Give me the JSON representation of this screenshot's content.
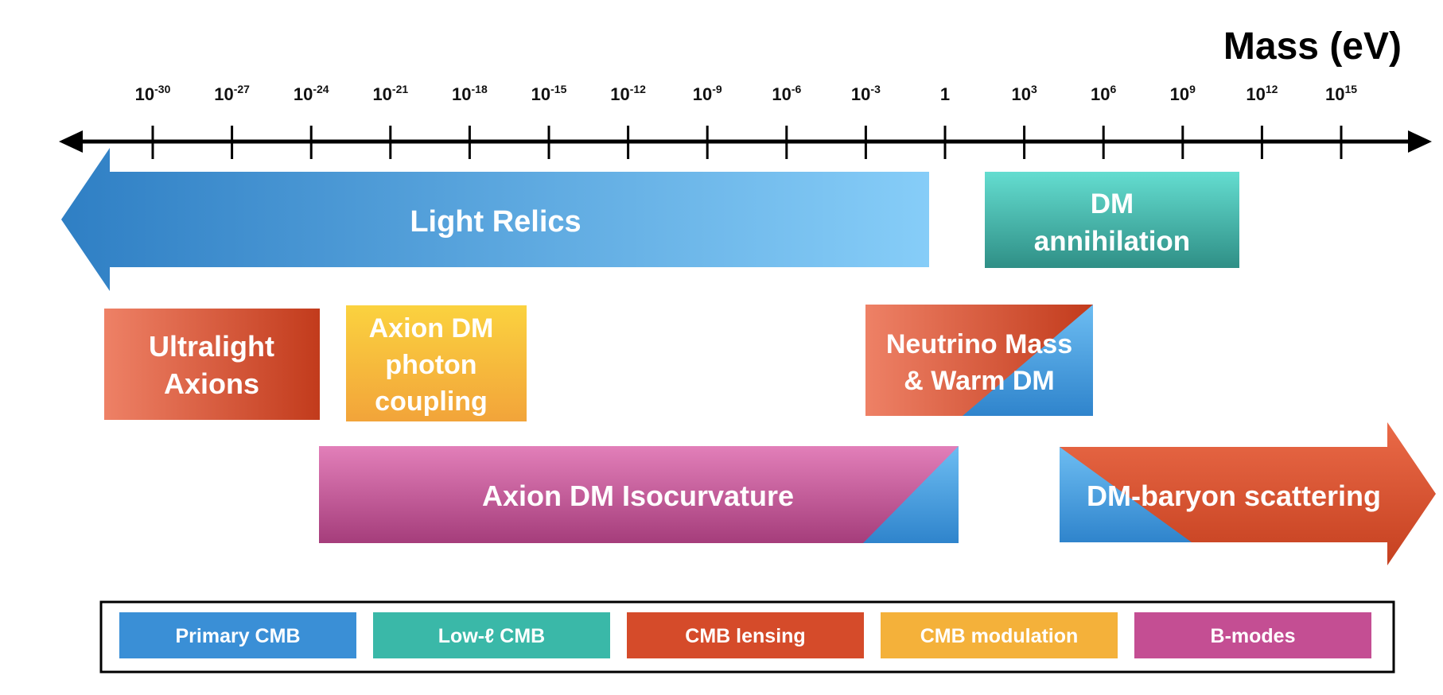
{
  "axis": {
    "title": "Mass (eV)",
    "ticks": [
      {
        "base": "10",
        "exp": "-30"
      },
      {
        "base": "10",
        "exp": "-27"
      },
      {
        "base": "10",
        "exp": "-24"
      },
      {
        "base": "10",
        "exp": "-21"
      },
      {
        "base": "10",
        "exp": "-18"
      },
      {
        "base": "10",
        "exp": "-15"
      },
      {
        "base": "10",
        "exp": "-12"
      },
      {
        "base": "10",
        "exp": "-9"
      },
      {
        "base": "10",
        "exp": "-6"
      },
      {
        "base": "10",
        "exp": "-3"
      },
      {
        "base": "1",
        "exp": ""
      },
      {
        "base": "10",
        "exp": "3"
      },
      {
        "base": "10",
        "exp": "6"
      },
      {
        "base": "10",
        "exp": "9"
      },
      {
        "base": "10",
        "exp": "12"
      },
      {
        "base": "10",
        "exp": "15"
      }
    ]
  },
  "regions": {
    "light_relics": {
      "lines": [
        "Light Relics"
      ]
    },
    "dm_annihilation": {
      "lines": [
        "DM",
        "annihilation"
      ]
    },
    "ultralight_axions": {
      "lines": [
        "Ultralight",
        "Axions"
      ]
    },
    "axion_photon": {
      "lines": [
        "Axion DM",
        "photon",
        "coupling"
      ]
    },
    "neutrino_mass": {
      "lines": [
        "Neutrino Mass",
        "& Warm DM"
      ]
    },
    "axion_isocurvature": {
      "lines": [
        "Axion DM Isocurvature"
      ]
    },
    "dm_baryon": {
      "lines": [
        "DM-baryon scattering"
      ]
    }
  },
  "legend": {
    "items": [
      {
        "label": "Primary CMB",
        "color": "#3a8fd6"
      },
      {
        "label": "Low-ℓ CMB",
        "color": "#3ab8a8"
      },
      {
        "label": "CMB lensing",
        "color": "#d54b2a"
      },
      {
        "label": "CMB modulation",
        "color": "#f4b13a"
      },
      {
        "label": "B-modes",
        "color": "#c44e93"
      }
    ]
  }
}
